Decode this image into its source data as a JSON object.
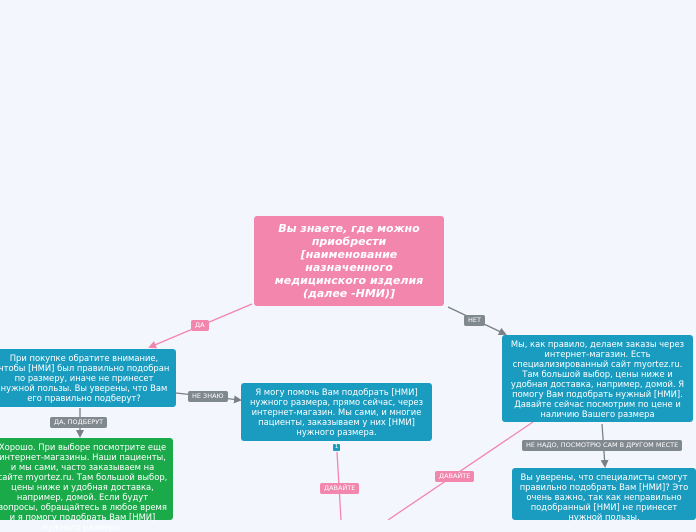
{
  "nodes": {
    "root": "Вы знаете, где можно приобрести [наименование назначенного медицинского изделия (далее -НМИ)]",
    "yes": "При покупке обратите внимание, чтобы [НМИ] был правильно подобран по размеру, иначе не принесет нужной пользы. Вы уверены, что Вам его правильно подберут?",
    "dont_know": "Я могу помочь Вам подобрать [НМИ] нужного размера, прямо сейчас, через интернет-магазин. Мы сами, и многие пациенты, заказываем у них  [НМИ] нужного размера.",
    "no": "Мы, как правило, делаем заказы через интернет-магазин. Есть специализированный сайт myortez.ru. Там большой выбор, цены ниже и удобная доставка, например, домой. Я помогу Вам подобрать нужный [НМИ]. Давайте сейчас посмотрим по цене и наличию Вашего размера",
    "good": "Хорошо. При выборе посмотрите еще интернет-магазины. Наши пациенты, и мы сами, часто заказываем на сайте myortez.ru.  Там большой выбор, цены ниже и удобная доставка, например, домой. Если будут вопросы, обращайтесь в любое время и я помогу подобрать Вам [НМИ] нужного размера.",
    "sure": "Вы уверены, что специалисты смогут правильно подобрать Вам [НМИ]? Это очень важно, так как неправильно подобранный [НМИ] не принесет нужной пользы."
  },
  "labels": {
    "da": "ДА",
    "net": "НЕТ",
    "ne_znayu": "НЕ ЗНАЮ",
    "da_podberut": "ДА, ПОДБЕРУТ",
    "davayte_1": "ДАВАЙТЕ",
    "davayte_2": "ДАВАЙТЕ",
    "ne_nado": "НЕ НАДО, ПОСМОТРЮ САМ В ДРУГОМ МЕСТЕ"
  },
  "badge": "1",
  "colors": {
    "root": "#f286ad",
    "node_blue": "#1a9cc0",
    "node_green": "#1aaa4a",
    "label_gray": "#808890",
    "line_pink": "#f286ad",
    "line_gray": "#7a8088",
    "background": "#f4f6fd"
  }
}
